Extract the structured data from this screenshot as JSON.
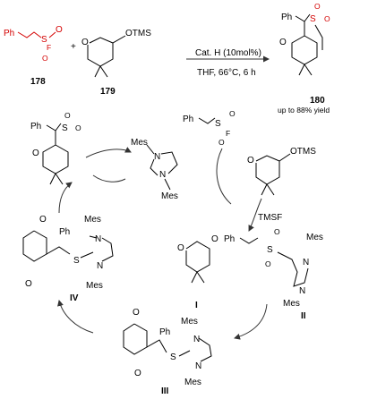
{
  "top": {
    "reactant1": {
      "ph": "Ph",
      "s": "S",
      "o_top": "O",
      "f": "F",
      "o_bot": "O",
      "num": "178"
    },
    "plus": "+",
    "reactant2": {
      "o": "O",
      "otms": "OTMS",
      "num": "179"
    },
    "conditions_top": "Cat. H (10mol%)",
    "conditions_bot": "THF, 66°C, 6 h",
    "product": {
      "ph": "Ph",
      "s": "S",
      "o1": "O",
      "o2": "O",
      "o_ketone": "O",
      "num": "180",
      "yield": "up to 88% yield"
    }
  },
  "cycle": {
    "catalyst": {
      "mes_top": "Mes",
      "n1": "N",
      "n2": "N",
      "mes_bot": "Mes"
    },
    "sulfonyl_fluoride": {
      "ph": "Ph",
      "s": "S",
      "o_top": "O",
      "f": "F",
      "o_bot": "O"
    },
    "silyl_enol_ether": {
      "o": "O",
      "otms": "OTMS"
    },
    "tmsf": "TMSF",
    "intermediate_I": {
      "o": "O",
      "o_minus": "O",
      "label": "I"
    },
    "intermediate_II": {
      "ph": "Ph",
      "s": "S",
      "o1": "O",
      "o2": "O",
      "mes_top": "Mes",
      "n1": "N",
      "n2": "N",
      "mes_bot": "Mes",
      "label": "II"
    },
    "intermediate_III": {
      "o_top": "O",
      "o_bot": "O",
      "ph": "Ph",
      "s": "S",
      "mes_top": "Mes",
      "n1": "N",
      "n2": "N",
      "mes_bot": "Mes",
      "label": "III"
    },
    "intermediate_IV": {
      "o_top": "O",
      "o_bot": "O",
      "ph": "Ph",
      "s": "S",
      "mes_top": "Mes",
      "n1": "N",
      "n2": "N",
      "mes_bot": "Mes",
      "label": "IV"
    },
    "product_cycle": {
      "ph": "Ph",
      "s": "S",
      "o1": "O",
      "o2": "O",
      "o_ketone": "O"
    }
  }
}
